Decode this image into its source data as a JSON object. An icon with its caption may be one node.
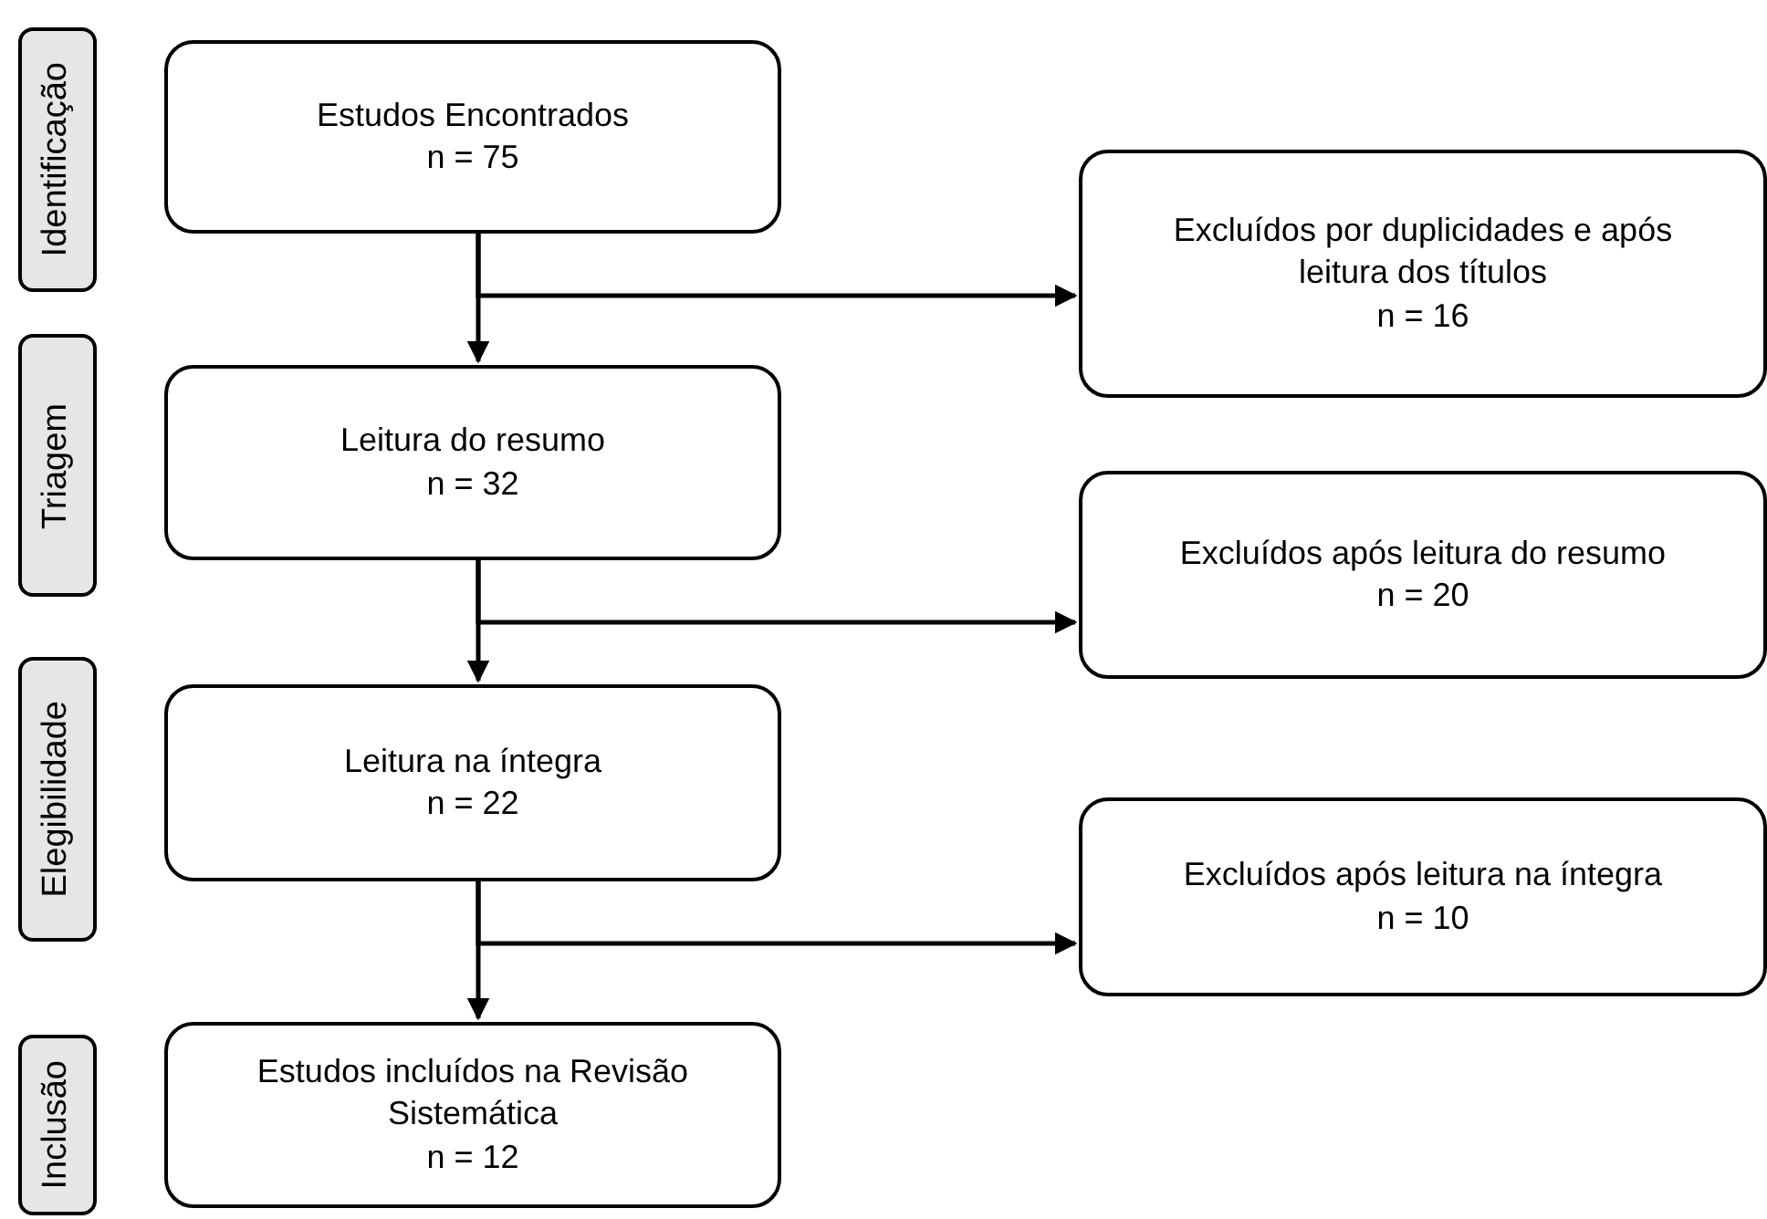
{
  "diagram": {
    "nodes": [
      {
        "text": [
          "Identificação"
        ]
      },
      {
        "text": [
          "Estudos Encontrados",
          "n = 75"
        ]
      },
      {
        "text": [
          "Excluídos por duplicidades e após leitura dos títulos",
          "n = 16"
        ]
      },
      {
        "text": [
          "Triagem"
        ]
      },
      {
        "text": [
          "Leitura do resumo",
          "n = 32"
        ]
      },
      {
        "text": [
          "Excluídos após leitura do resumo",
          "n = 20"
        ]
      },
      {
        "text": [
          "Elegibilidade"
        ]
      },
      {
        "text": [
          "Leitura na íntegra",
          "n = 22"
        ]
      },
      {
        "text": [
          "Excluídos após leitura na íntegra",
          "n = 10"
        ]
      },
      {
        "text": [
          "Inclusão"
        ]
      },
      {
        "text": [
          "Estudos incluídos na Revisão Sistemática",
          "n = 12"
        ]
      }
    ],
    "edges": [
      {
        "from": 1,
        "to": 4,
        "arrow": "to"
      },
      {
        "from": 1,
        "to": 2,
        "arrow": "to"
      },
      {
        "from": 4,
        "to": 7,
        "arrow": "to"
      },
      {
        "from": 4,
        "to": 5,
        "arrow": "to"
      },
      {
        "from": 7,
        "to": 10,
        "arrow": "to"
      },
      {
        "from": 7,
        "to": 8,
        "arrow": "to"
      }
    ]
  }
}
